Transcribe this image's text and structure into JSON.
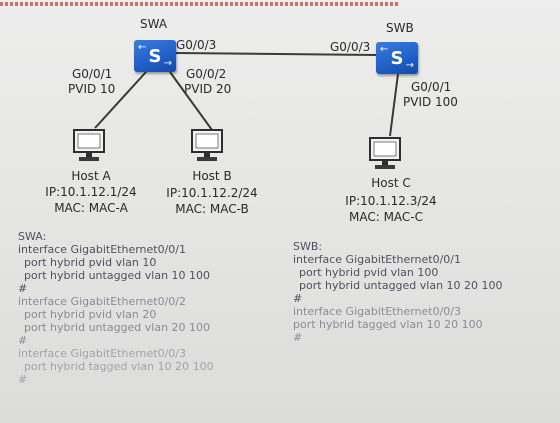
{
  "switches": {
    "swa": {
      "name": "SWA",
      "glyph": "S"
    },
    "swb": {
      "name": "SWB",
      "glyph": "S"
    }
  },
  "ports": {
    "swa_g003": "G0/0/3",
    "swb_g003": "G0/0/3",
    "swa_g001": "G0/0/1",
    "swa_g001_pvid": "PVID 10",
    "swa_g002": "G0/0/2",
    "swa_g002_pvid": "PVID 20",
    "swb_g001": "G0/0/1",
    "swb_g001_pvid": "PVID 100"
  },
  "hosts": {
    "a": {
      "name": "Host A",
      "ip": "IP:10.1.12.1/24",
      "mac": "MAC:  MAC-A"
    },
    "b": {
      "name": "Host B",
      "ip": "IP:10.1.12.2/24",
      "mac": "MAC:  MAC-B"
    },
    "c": {
      "name": "Host C",
      "ip": "IP:10.1.12.3/24",
      "mac": "MAC:  MAC-C"
    }
  },
  "config_swa": {
    "title": "SWA:",
    "lines": [
      "interface GigabitEthernet0/0/1",
      "port hybrid pvid vlan 10",
      "port hybrid untagged vlan 10 100",
      "#",
      "interface GigabitEthernet0/0/2",
      "port hybrid pvid vlan 20",
      "port hybrid untagged vlan 20 100",
      "#",
      "interface GigabitEthernet0/0/3",
      "port hybrid tagged vlan 10 20 100",
      "#"
    ]
  },
  "config_swb": {
    "title": "SWB:",
    "lines": [
      "interface GigabitEthernet0/0/1",
      "port hybrid pvid vlan 100",
      "port hybrid untagged vlan 10 20 100",
      "#",
      "interface GigabitEthernet0/0/3",
      "port hybrid tagged vlan 10 20 100",
      "#"
    ]
  },
  "colors": {
    "switch_blue": "#1f5fc7",
    "link": "#3a3a3a",
    "text": "#2a2a2a",
    "config_text": "#505060"
  },
  "icons": [
    "switch-icon",
    "monitor-icon"
  ]
}
